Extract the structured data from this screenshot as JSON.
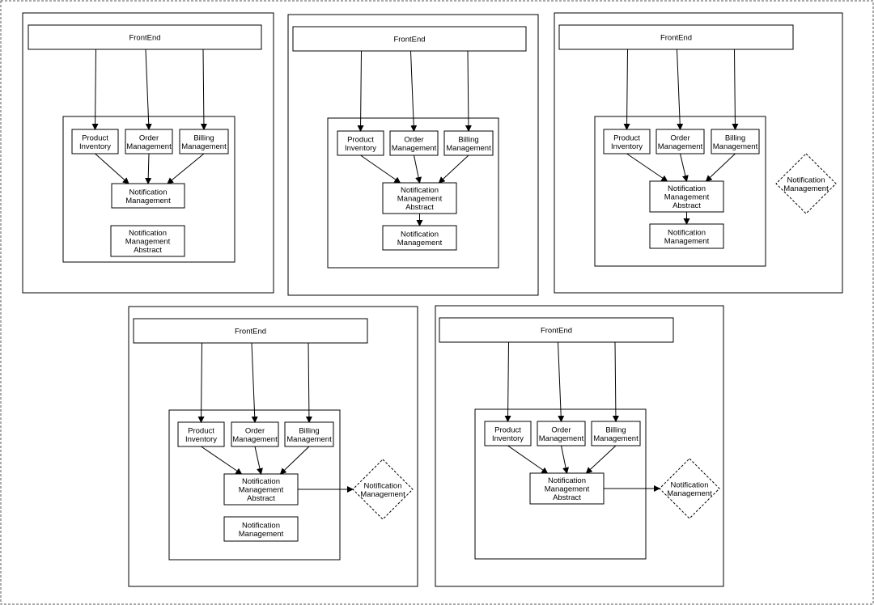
{
  "colors": {
    "stroke": "#000000",
    "background": "#ffffff",
    "dashed_border": "#555555"
  },
  "labels": {
    "frontend": "FrontEnd",
    "product_inventory": [
      "Product",
      "Inventory"
    ],
    "order_management": [
      "Order",
      "Management"
    ],
    "billing_management": [
      "Billing",
      "Management"
    ],
    "notification_management": [
      "Notification",
      "Management"
    ],
    "notification_management_abstract": [
      "Notification",
      "Management",
      "Abstract"
    ]
  },
  "panels": [
    {
      "id": "panel-1",
      "variant": "impl-above-abstract"
    },
    {
      "id": "panel-2",
      "variant": "abstract-points-to-impl"
    },
    {
      "id": "panel-3",
      "variant": "abstract-points-to-impl-with-external-impl"
    },
    {
      "id": "panel-4",
      "variant": "external-impl-with-unused-impl"
    },
    {
      "id": "panel-5",
      "variant": "external-impl-only"
    }
  ]
}
